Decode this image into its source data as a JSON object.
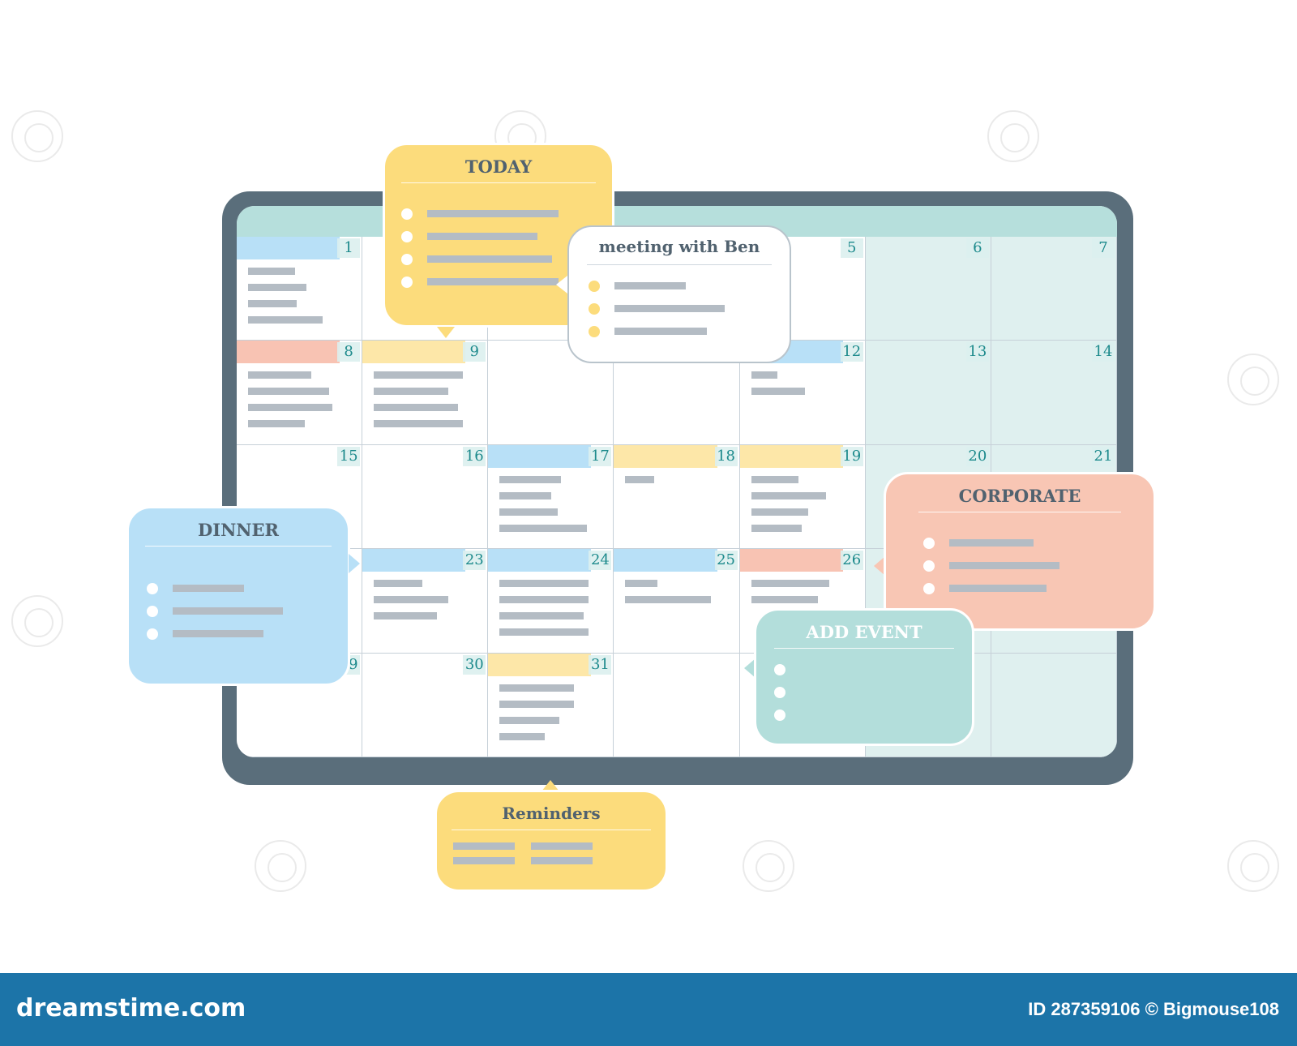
{
  "calendar": {
    "weeks": [
      {
        "days": [
          {
            "n": "1",
            "tag": "blue"
          },
          {
            "n": "",
            "tag": ""
          },
          {
            "n": "",
            "tag": ""
          },
          {
            "n": "",
            "tag": ""
          },
          {
            "n": "5",
            "tag": ""
          },
          {
            "n": "6",
            "tag": "",
            "weekend": true
          },
          {
            "n": "7",
            "tag": "",
            "weekend": true
          }
        ]
      },
      {
        "days": [
          {
            "n": "8",
            "tag": "red"
          },
          {
            "n": "9",
            "tag": "yellow"
          },
          {
            "n": "",
            "tag": ""
          },
          {
            "n": "",
            "tag": ""
          },
          {
            "n": "12",
            "tag": "blue"
          },
          {
            "n": "13",
            "tag": "",
            "weekend": true
          },
          {
            "n": "14",
            "tag": "",
            "weekend": true
          }
        ]
      },
      {
        "days": [
          {
            "n": "15",
            "tag": ""
          },
          {
            "n": "16",
            "tag": ""
          },
          {
            "n": "17",
            "tag": "blue"
          },
          {
            "n": "18",
            "tag": "yellow"
          },
          {
            "n": "19",
            "tag": "yellow"
          },
          {
            "n": "20",
            "tag": "",
            "weekend": true
          },
          {
            "n": "21",
            "tag": "",
            "weekend": true
          }
        ]
      },
      {
        "days": [
          {
            "n": "",
            "tag": ""
          },
          {
            "n": "23",
            "tag": "blue"
          },
          {
            "n": "24",
            "tag": "blue"
          },
          {
            "n": "25",
            "tag": "blue"
          },
          {
            "n": "26",
            "tag": "red"
          },
          {
            "n": "",
            "tag": "",
            "weekend": true
          },
          {
            "n": "",
            "tag": "",
            "weekend": true
          }
        ]
      },
      {
        "days": [
          {
            "n": "29",
            "tag": ""
          },
          {
            "n": "30",
            "tag": ""
          },
          {
            "n": "31",
            "tag": "yellow"
          },
          {
            "n": "",
            "tag": ""
          },
          {
            "n": "",
            "tag": ""
          },
          {
            "n": "",
            "tag": "",
            "weekend": true
          },
          {
            "n": "",
            "tag": "",
            "weekend": true
          }
        ]
      }
    ]
  },
  "bubbles": {
    "today": {
      "title": "TODAY"
    },
    "meeting": {
      "title": "meeting with Ben"
    },
    "dinner": {
      "title": "DINNER"
    },
    "corporate": {
      "title": "CORPORATE"
    },
    "add_event": {
      "title": "ADD EVENT"
    },
    "reminders": {
      "title": "Reminders"
    }
  },
  "footer": {
    "logo": "dreamstime.com",
    "credit": "ID 287359106 © Bigmouse108"
  },
  "colors": {
    "tablet_frame": "#5a6e7b",
    "header_band": "#b6dfdc",
    "weekend_cell": "#dff0ef",
    "date_number": "#1d8a8c",
    "tag_blue": "#b8e0f7",
    "tag_red": "#f8c3b3",
    "tag_yellow": "#fde7a8",
    "bubble_yellow": "#fcdc7c",
    "bubble_blue": "#b8e0f7",
    "bubble_salmon": "#f8c6b4",
    "bubble_teal": "#b3dedb",
    "footer": "#1c74a8"
  }
}
